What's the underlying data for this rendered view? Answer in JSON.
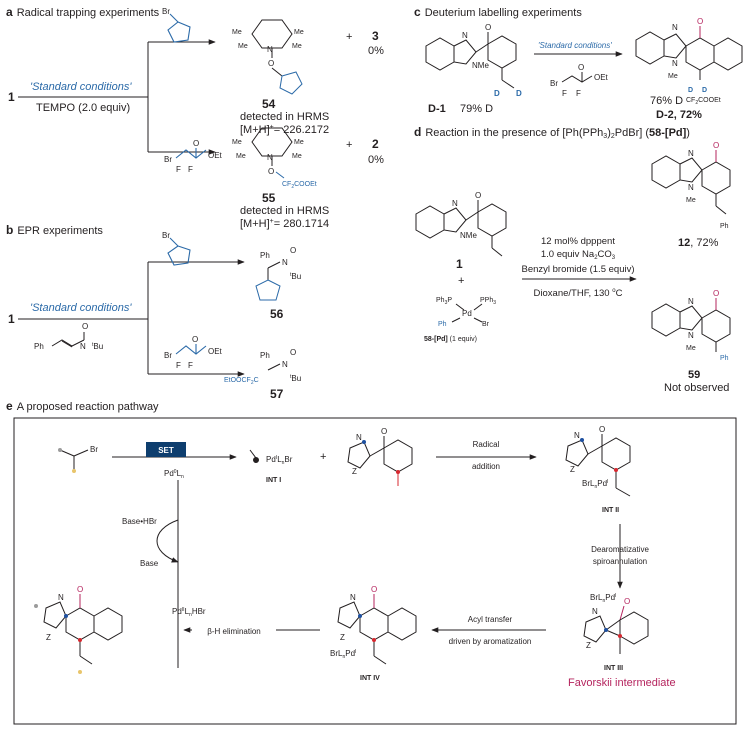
{
  "colors": {
    "blue": "#2b6aa8",
    "magenta": "#b5245e",
    "red": "#d7282f",
    "navy": "#0e3e6e",
    "gold": "#e8c56b",
    "grey": "#9b9b9b",
    "black": "#231f20"
  },
  "panel_a": {
    "letter": "a",
    "title": "Radical trapping experiments",
    "start": "1",
    "conditions": "'Standard conditions'",
    "reagent": "TEMPO (2.0 equiv)",
    "br": "Br",
    "top": {
      "label": "54",
      "plus": "+",
      "other": "3",
      "yield": "0%",
      "detect": "detected in HRMS",
      "mass": "[M+H]",
      "mass_val": "= 226.2172",
      "me": "Me",
      "n": "N",
      "o": "O"
    },
    "bottom": {
      "label": "55",
      "plus": "+",
      "other": "2",
      "yield": "0%",
      "detect": "detected in HRMS",
      "mass": "[M+H]",
      "mass_val": "= 280.1714",
      "cf": "CF",
      "cooet": "COOEt",
      "ester": "OEt",
      "f": "F",
      "o": "O"
    }
  },
  "panel_b": {
    "letter": "b",
    "title": "EPR experiments",
    "start": "1",
    "conditions": "'Standard conditions'",
    "ph": "Ph",
    "tbu": "Bu",
    "o": "O",
    "n": "N",
    "br": "Br",
    "oet": "OEt",
    "f": "F",
    "prod1": "56",
    "prod2": "57",
    "eto": "EtOOCF",
    "c": "C"
  },
  "panel_c": {
    "letter": "c",
    "title": "Deuterium labelling experiments",
    "sm": "D-1",
    "sm_d": "79% D",
    "conditions": "'Standard conditions'",
    "reagent_br": "Br",
    "reagent_f": "F",
    "reagent_oet": "OEt",
    "prod": "D-2, 72%",
    "prod_d": "76% D",
    "d": "D",
    "nme": "NMe",
    "n": "N",
    "me": "Me",
    "cf2": "CF",
    "cooet": "COOEt",
    "o": "O"
  },
  "panel_d": {
    "letter": "d",
    "title_prefix": "Reaction in the presence of [Ph(PPh",
    "title_mid": ")",
    "title_mid2": "PdBr] (",
    "title_bold": "58-[Pd]",
    "title_end": ")",
    "sm": "1",
    "plus": "+",
    "pd_label": "58-[Pd]",
    "pd_equiv": " (1 equiv)",
    "pph3": "PPh",
    "ph3p": "Ph",
    "pd": "Pd",
    "br": "Br",
    "ph": "Ph",
    "nme": "NMe",
    "cond1": "12 mol% dpppent",
    "cond2": "1.0 equiv Na",
    "cond2b": "CO",
    "cond3": "Benzyl bromide (1.5 equiv)",
    "cond4": "Dioxane/THF, 130 ",
    "cond4b": "C",
    "prod1": "12",
    "prod1_yield": ", 72%",
    "prod2": "59",
    "prod2_note": "Not observed",
    "n": "N",
    "me": "Me",
    "o": "O",
    "ph_side": "Ph"
  },
  "panel_e": {
    "letter": "e",
    "title": "A proposed reaction pathway",
    "set": "SET",
    "br": "Br",
    "pd0": "Pd",
    "pd0_sub": "L",
    "pd1": "Pd",
    "pd1_rest": "L",
    "pd1_br": "Br",
    "int1": "INT I",
    "plus": "+",
    "radical_add": "Radical",
    "radical_add2": "addition",
    "int2": "INT II",
    "dearom": "Dearomatizative",
    "dearom2": "spiroannulation",
    "int3": "INT III",
    "favorskii": "Favorskii intermediate",
    "acyl": "Acyl transfer",
    "acyl2": "driven by aromatization",
    "int4": "INT IV",
    "beta": "β-H elimination",
    "pd2hbr": "Pd",
    "pd2hbr_rest": "L",
    "pd2hbr_end": "HBr",
    "base_hbr": "Base•HBr",
    "base": "Base",
    "z": "Z",
    "n": "N",
    "o": "O",
    "brl": "BrL",
    "pd": "Pd"
  }
}
